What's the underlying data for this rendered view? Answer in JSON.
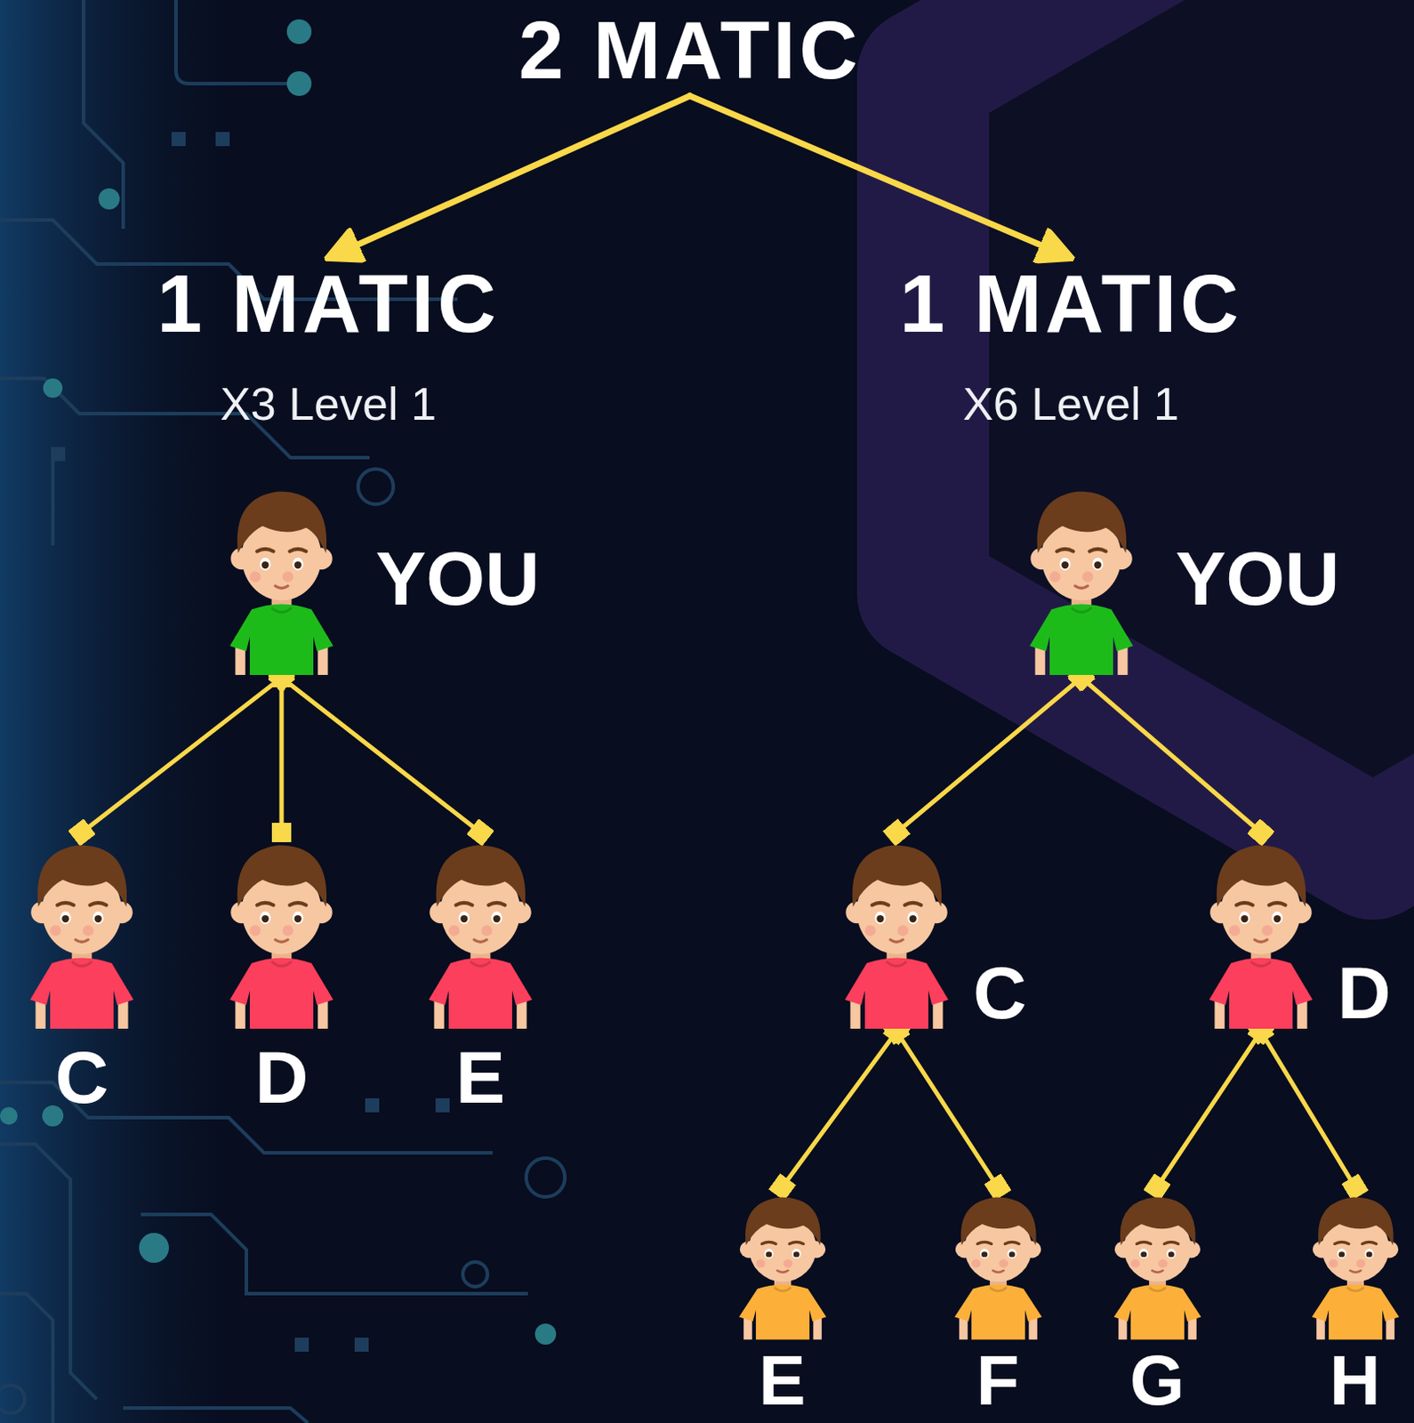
{
  "diagram": {
    "nodes": [
      {
        "text": [
          "2 MATIC"
        ]
      },
      {
        "text": [
          "1 MATIC",
          "X3 Level 1"
        ]
      },
      {
        "text": [
          "1 MATIC",
          "X6 Level 1"
        ]
      },
      {
        "text": [
          "YOU"
        ]
      },
      {
        "text": [
          "YOU"
        ]
      },
      {
        "text": [
          "C"
        ]
      },
      {
        "text": [
          "D"
        ]
      },
      {
        "text": [
          "E"
        ]
      },
      {
        "text": [
          "C"
        ]
      },
      {
        "text": [
          "D"
        ]
      },
      {
        "text": [
          "E"
        ]
      },
      {
        "text": [
          "F"
        ]
      },
      {
        "text": [
          "G"
        ]
      },
      {
        "text": [
          "H"
        ]
      }
    ],
    "edges": [
      {
        "from": 0,
        "to": 1,
        "arrow": "to"
      },
      {
        "from": 0,
        "to": 2,
        "arrow": "to"
      },
      {
        "from": 3,
        "to": 5,
        "arrow": "none"
      },
      {
        "from": 3,
        "to": 6,
        "arrow": "none"
      },
      {
        "from": 3,
        "to": 7,
        "arrow": "none"
      },
      {
        "from": 4,
        "to": 8,
        "arrow": "none"
      },
      {
        "from": 4,
        "to": 9,
        "arrow": "none"
      },
      {
        "from": 8,
        "to": 10,
        "arrow": "none"
      },
      {
        "from": 8,
        "to": 11,
        "arrow": "none"
      },
      {
        "from": 9,
        "to": 12,
        "arrow": "none"
      },
      {
        "from": 9,
        "to": 13,
        "arrow": "none"
      }
    ]
  }
}
